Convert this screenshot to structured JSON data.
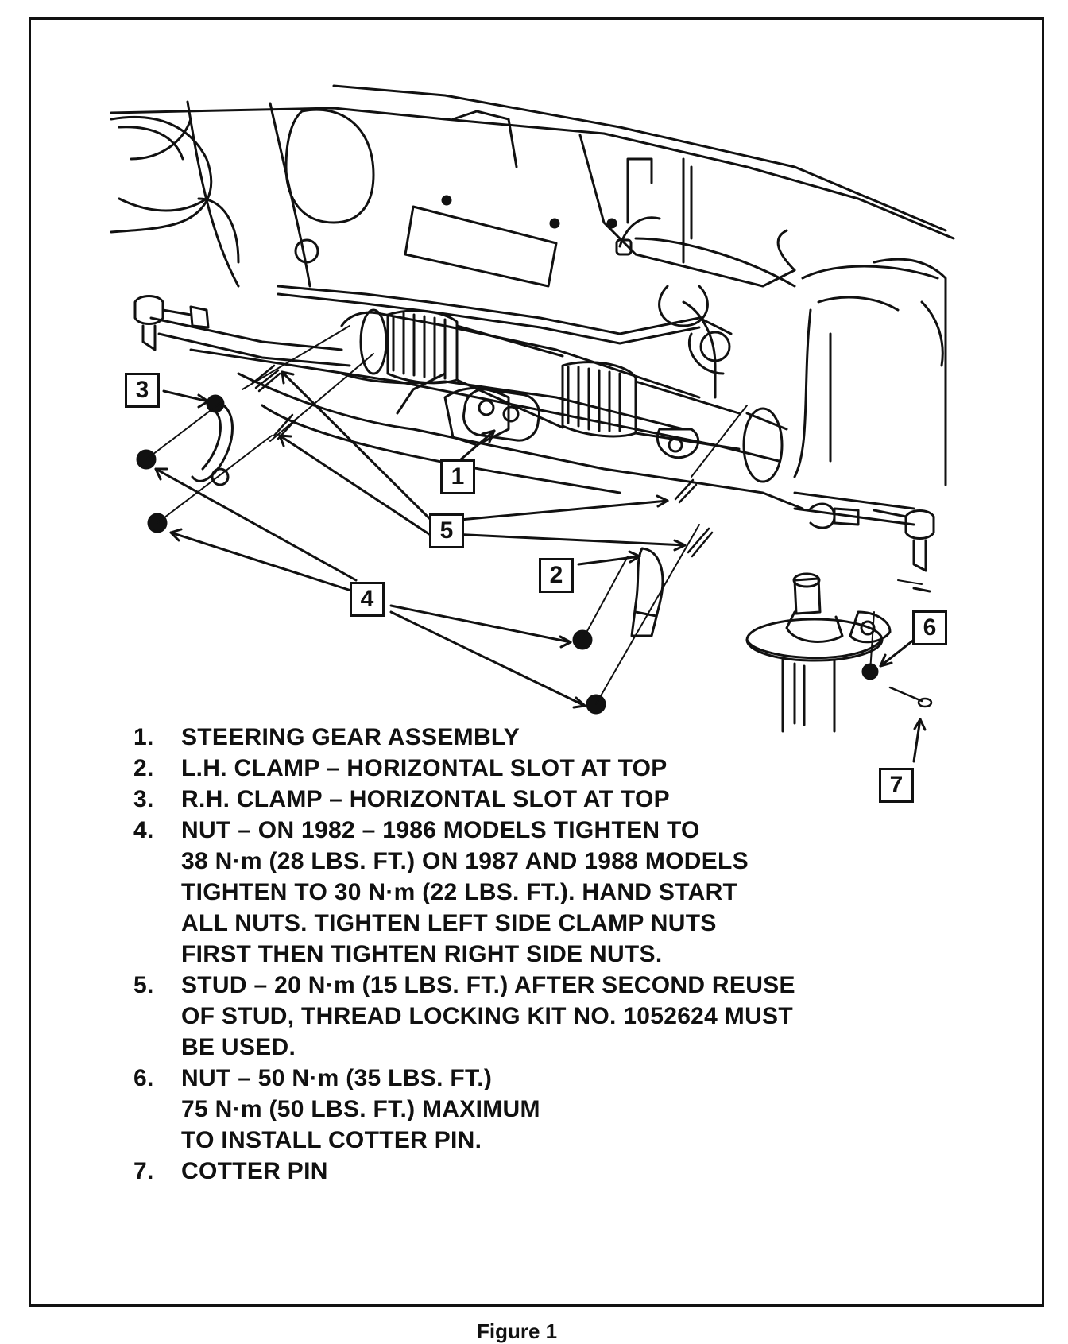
{
  "callouts": [
    {
      "id": "1",
      "text": "1"
    },
    {
      "id": "2",
      "text": "2"
    },
    {
      "id": "3",
      "text": "3"
    },
    {
      "id": "4",
      "text": "4"
    },
    {
      "id": "5",
      "text": "5"
    },
    {
      "id": "6",
      "text": "6"
    },
    {
      "id": "7",
      "text": "7"
    }
  ],
  "legend": [
    {
      "num": "1.",
      "text": "STEERING GEAR ASSEMBLY"
    },
    {
      "num": "2.",
      "text": "L.H. CLAMP – HORIZONTAL SLOT AT TOP"
    },
    {
      "num": "3.",
      "text": "R.H. CLAMP – HORIZONTAL SLOT AT TOP"
    },
    {
      "num": "4.",
      "text": "NUT – ON 1982 – 1986 MODELS TIGHTEN TO\n38 N·m (28 LBS. FT.) ON 1987 AND 1988 MODELS\nTIGHTEN TO 30 N·m (22 LBS. FT.).  HAND START\nALL NUTS. TIGHTEN LEFT SIDE CLAMP NUTS\nFIRST THEN TIGHTEN RIGHT SIDE NUTS."
    },
    {
      "num": "5.",
      "text": "STUD – 20 N·m (15 LBS. FT.) AFTER SECOND REUSE\nOF STUD, THREAD LOCKING KIT NO. 1052624 MUST\nBE USED."
    },
    {
      "num": "6.",
      "text": "NUT –  50 N·m (35 LBS. FT.)\n             75 N·m (50 LBS. FT.) MAXIMUM\n             TO INSTALL COTTER PIN."
    },
    {
      "num": "7.",
      "text": "COTTER PIN"
    }
  ],
  "caption": "Figure 1"
}
